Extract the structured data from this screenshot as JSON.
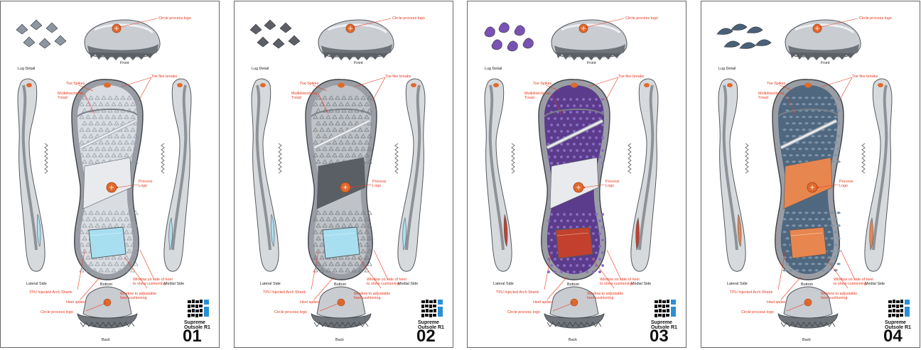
{
  "sheets": [
    {
      "id": "01",
      "number": "01",
      "title": "Supreme Outsole R1",
      "variant": "white",
      "colors": {
        "tread": "#d9dde2",
        "pattern": "#8a929c",
        "window": "#a7dff0",
        "panel": "#e8eaed",
        "lug": "#8d96a1"
      },
      "labels": {
        "lug_detail": "Lug Detail",
        "front": "Front",
        "back": "Back",
        "bottom": "Bottom",
        "lateral_side": "Lateral Side",
        "medial_side": "Medial Side",
        "circle_logo_top": "Circle process logo",
        "toe_spikes": "Toe Spikes",
        "toe_flex": "Toe flex breaks",
        "multidirectional": "Multidirectional Tread",
        "process_logo": "Process Logo",
        "window_side": "Window on side of heel to show cushioning",
        "window_adjustable": "Window to adjustable heel cushioning",
        "tpu_shank": "TPU Injected Arch Shank",
        "heel_spikes": "Heel spikes",
        "circle_logo_bottom": "Circle process logo"
      }
    },
    {
      "id": "02",
      "number": "02",
      "title": "Supreme Outsole R1",
      "variant": "grey",
      "colors": {
        "tread": "#bfc3c8",
        "pattern": "#6e747b",
        "window": "#a7dff0",
        "panel": "#5a5f66",
        "lug": "#5c6066"
      },
      "labels": {
        "lug_detail": "Lug Detail",
        "front": "Front",
        "back": "Back",
        "bottom": "Bottom",
        "lateral_side": "Lateral Side",
        "medial_side": "Medial Side",
        "circle_logo_top": "Circle process logo",
        "toe_spikes": "Toe Spikes",
        "toe_flex": "Toe flex breaks",
        "multidirectional": "Multidirectional Tread",
        "process_logo": "Process Logo",
        "window_side": "Window on side of heel to show cushioning",
        "window_adjustable": "Window to adjustable heel cushioning",
        "tpu_shank": "TPU Injected Arch Shank",
        "heel_spikes": "Heel spikes",
        "circle_logo_bottom": "Circle process logo"
      }
    },
    {
      "id": "03",
      "number": "03",
      "title": "Supreme Outsole R1",
      "variant": "purple",
      "colors": {
        "tread": "#5b3c8c",
        "pattern": "#8a6cc0",
        "window": "#c2402d",
        "panel": "#e8eaed",
        "lug": "#7a52b3"
      },
      "labels": {
        "lug_detail": "Lug Detail",
        "front": "Front",
        "back": "Back",
        "bottom": "Bottom",
        "lateral_side": "Lateral Side",
        "medial_side": "Medial Side",
        "circle_logo_top": "Circle process logo",
        "toe_spikes": "Toe Spikes",
        "toe_flex": "Toe flex breaks",
        "multidirectional": "Multidirectional Tread",
        "process_logo": "Process Logo",
        "window_side": "Window on side of heel to show cushioning",
        "window_adjustable": "Window to adjustable heel cushioning",
        "tpu_shank": "TPU Injected Arch Shank",
        "heel_spikes": "Heel spikes",
        "circle_logo_bottom": "Circle process logo"
      }
    },
    {
      "id": "04",
      "number": "04",
      "title": "Supreme Outsole R1",
      "variant": "blue",
      "colors": {
        "tread": "#4f6880",
        "pattern": "#7d93aa",
        "window": "#e8864f",
        "panel": "#e8864f",
        "lug": "#4a6178"
      },
      "labels": {
        "lug_detail": "Lug Detail",
        "front": "Front",
        "back": "Back",
        "bottom": "Bottom",
        "lateral_side": "Lateral Side",
        "medial_side": "Medial Side",
        "circle_logo_top": "Circle process logo",
        "toe_spikes": "Toe Spikes",
        "toe_flex": "Toe flex breaks",
        "multidirectional": "Multidirectional Tread",
        "process_logo": "Process Logo",
        "window_side": "Window on side of heel to show cushioning",
        "window_adjustable": "Window to adjustable heel cushioning",
        "tpu_shank": "TPU Injected Arch Shank",
        "heel_spikes": "Heel spikes",
        "circle_logo_bottom": "Circle process logo"
      }
    }
  ],
  "style": {
    "callout_color": "#e8381f",
    "frame_color": "#666666",
    "sole_rim": "#9a9ea4",
    "sole_rim_dark": "#55595e",
    "logo_orange": "#e06a2c"
  }
}
